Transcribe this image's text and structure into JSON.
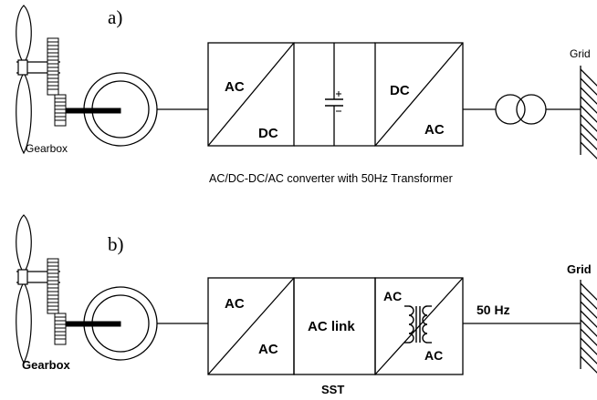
{
  "panels": [
    {
      "letter": "a)",
      "gearbox_label": "Gearbox",
      "box1": {
        "top": "AC",
        "bottom": "DC"
      },
      "box2": {
        "top": "DC",
        "bottom": "AC"
      },
      "caption": "AC/DC-DC/AC converter with 50Hz Transformer",
      "grid_label": "Grid"
    },
    {
      "letter": "b)",
      "gearbox_label": "Gearbox",
      "box1": {
        "top": "AC",
        "bottom": "AC"
      },
      "middle_label": "AC link",
      "box2": {
        "top": "AC",
        "bottom": "AC"
      },
      "freq_label": "50 Hz",
      "caption": "SST",
      "grid_label": "Grid"
    }
  ],
  "colors": {
    "stroke": "#000000",
    "background": "#ffffff"
  }
}
